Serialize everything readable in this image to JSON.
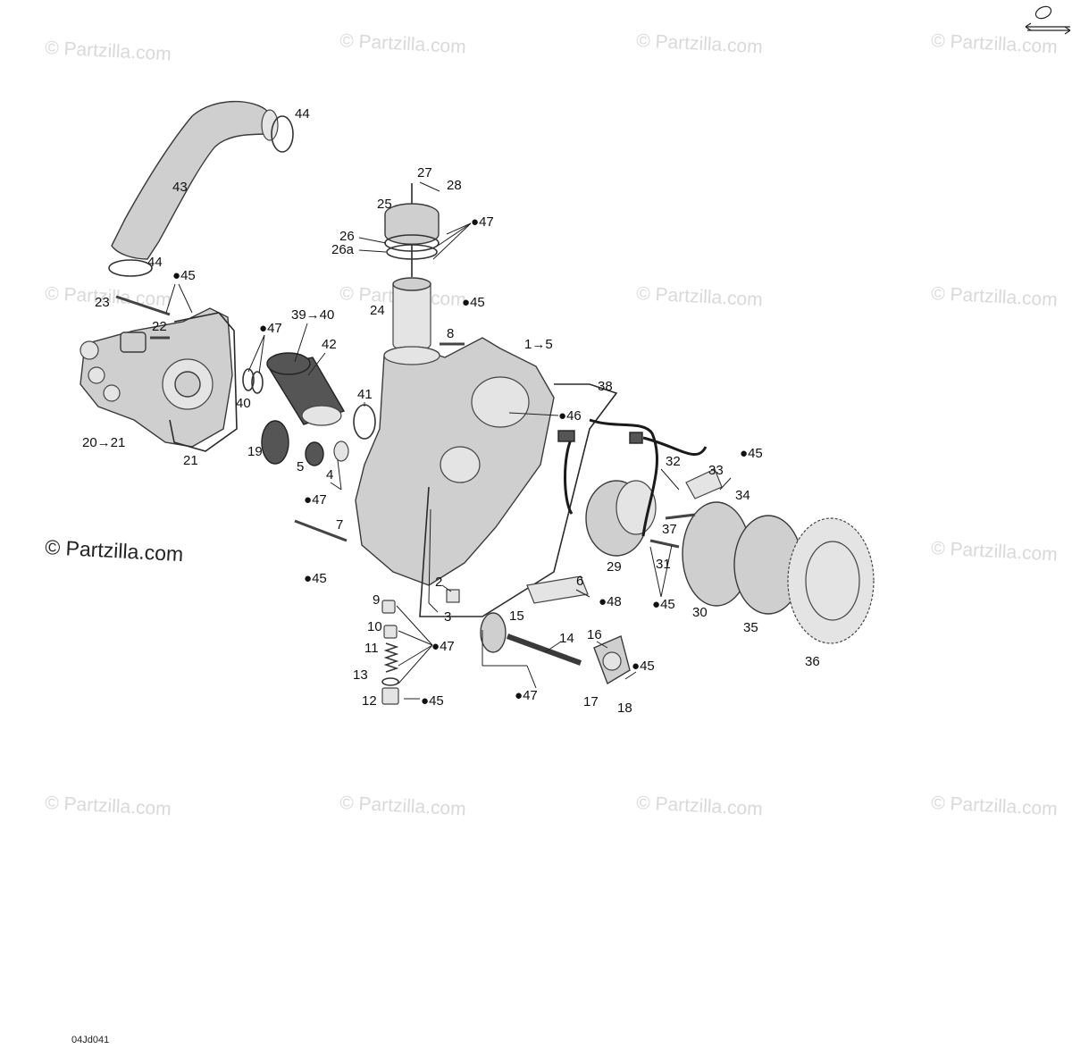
{
  "watermark_text": "© Partzilla.com",
  "drawing_code": "04Jd041",
  "labels": [
    {
      "id": "l44a",
      "text": "44"
    },
    {
      "id": "l43",
      "text": "43"
    },
    {
      "id": "l44b",
      "text": "44"
    },
    {
      "id": "l45a",
      "text": "45"
    },
    {
      "id": "l23",
      "text": "23"
    },
    {
      "id": "l22",
      "text": "22"
    },
    {
      "id": "l2021",
      "text": "20→21"
    },
    {
      "id": "l21",
      "text": "21"
    },
    {
      "id": "l47a",
      "text": "47"
    },
    {
      "id": "l3940",
      "text": "39→40"
    },
    {
      "id": "l42",
      "text": "42"
    },
    {
      "id": "l40",
      "text": "40"
    },
    {
      "id": "l41",
      "text": "41"
    },
    {
      "id": "l19",
      "text": "19"
    },
    {
      "id": "l5",
      "text": "5"
    },
    {
      "id": "l4",
      "text": "4"
    },
    {
      "id": "l47b",
      "text": "47"
    },
    {
      "id": "l7",
      "text": "7"
    },
    {
      "id": "l45b",
      "text": "45"
    },
    {
      "id": "l27",
      "text": "27"
    },
    {
      "id": "l28",
      "text": "28"
    },
    {
      "id": "l25",
      "text": "25"
    },
    {
      "id": "l47c",
      "text": "47"
    },
    {
      "id": "l26",
      "text": "26"
    },
    {
      "id": "l26a",
      "text": "26a"
    },
    {
      "id": "l24",
      "text": "24"
    },
    {
      "id": "l45c",
      "text": "45"
    },
    {
      "id": "l8",
      "text": "8"
    },
    {
      "id": "l15",
      "text": "1→5"
    },
    {
      "id": "l38",
      "text": "38"
    },
    {
      "id": "l46",
      "text": "46"
    },
    {
      "id": "l32",
      "text": "32"
    },
    {
      "id": "l33",
      "text": "33"
    },
    {
      "id": "l45d",
      "text": "45"
    },
    {
      "id": "l34",
      "text": "34"
    },
    {
      "id": "l37",
      "text": "37"
    },
    {
      "id": "l31",
      "text": "31"
    },
    {
      "id": "l29",
      "text": "29"
    },
    {
      "id": "l45e",
      "text": "45"
    },
    {
      "id": "l30",
      "text": "30"
    },
    {
      "id": "l35",
      "text": "35"
    },
    {
      "id": "l36",
      "text": "36"
    },
    {
      "id": "l2",
      "text": "2"
    },
    {
      "id": "l6",
      "text": "6"
    },
    {
      "id": "l48",
      "text": "48"
    },
    {
      "id": "l3",
      "text": "3"
    },
    {
      "id": "l9",
      "text": "9"
    },
    {
      "id": "l10",
      "text": "10"
    },
    {
      "id": "l11",
      "text": "11"
    },
    {
      "id": "l47d",
      "text": "47"
    },
    {
      "id": "l13",
      "text": "13"
    },
    {
      "id": "l12",
      "text": "12"
    },
    {
      "id": "l45f",
      "text": "45"
    },
    {
      "id": "l15b",
      "text": "15"
    },
    {
      "id": "l14",
      "text": "14"
    },
    {
      "id": "l47e",
      "text": "47"
    },
    {
      "id": "l16",
      "text": "16"
    },
    {
      "id": "l45g",
      "text": "45"
    },
    {
      "id": "l17",
      "text": "17"
    },
    {
      "id": "l18",
      "text": "18"
    }
  ]
}
